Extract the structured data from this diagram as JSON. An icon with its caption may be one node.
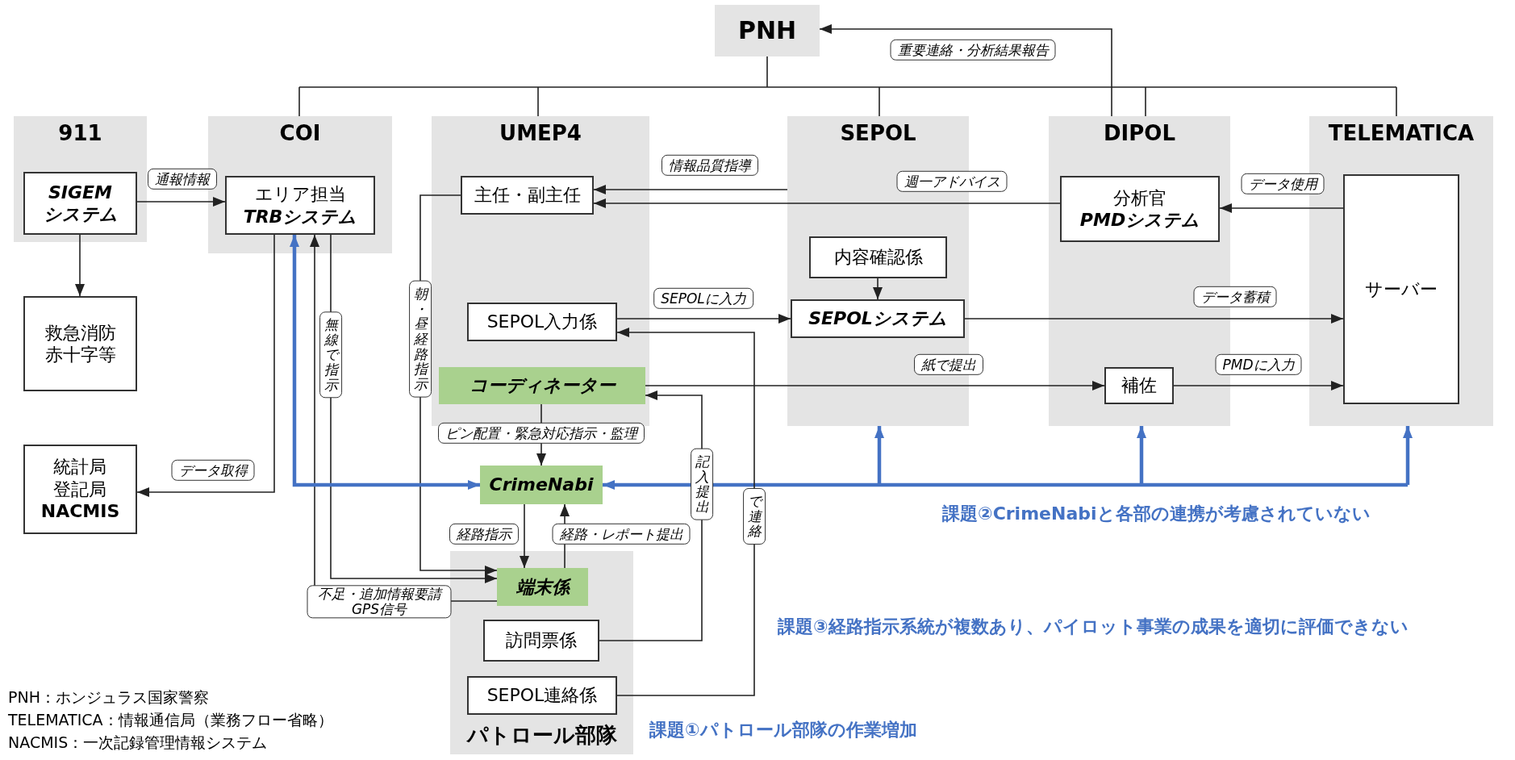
{
  "diagram": {
    "nodes": [
      {
        "text": [
          "PNH"
        ]
      },
      {
        "text": [
          "911"
        ]
      },
      {
        "text": [
          "SIGEM システム"
        ],
        "in": 1
      },
      {
        "text": [
          "COI"
        ]
      },
      {
        "text": [
          "エリア担当",
          "TRBシステム"
        ],
        "in": 3
      },
      {
        "text": [
          "UMEP4"
        ]
      },
      {
        "text": [
          "主任・副主任"
        ],
        "in": 5
      },
      {
        "text": [
          "SEPOL入力係"
        ],
        "in": 5
      },
      {
        "text": [
          "コーディネーター"
        ],
        "in": 5
      },
      {
        "text": [
          "SEPOL"
        ]
      },
      {
        "text": [
          "内容確認係"
        ],
        "in": 9
      },
      {
        "text": [
          "SEPOLシステム"
        ],
        "in": 9
      },
      {
        "text": [
          "DIPOL"
        ]
      },
      {
        "text": [
          "分析官",
          "PMDシステム"
        ],
        "in": 12
      },
      {
        "text": [
          "補佐"
        ],
        "in": 12
      },
      {
        "text": [
          "TELEMATICA"
        ]
      },
      {
        "text": [
          "サーバー"
        ],
        "in": 15
      },
      {
        "text": [
          "救急消防赤十字等"
        ]
      },
      {
        "text": [
          "統計局登記局",
          "NACMIS"
        ]
      },
      {
        "text": [
          "CrimeNabi"
        ]
      },
      {
        "text": [
          "パトロール部隊"
        ]
      },
      {
        "text": [
          "端末係"
        ],
        "in": 20
      },
      {
        "text": [
          "訪問票係"
        ],
        "in": 20
      },
      {
        "text": [
          "SEPOL連絡係"
        ],
        "in": 20
      }
    ],
    "edges": [
      {
        "from": 12,
        "to": 0,
        "arrow": "to",
        "label": "重要連絡・分析結果報告"
      },
      {
        "from": 0,
        "to": 3,
        "arrow": "none"
      },
      {
        "from": 0,
        "to": 5,
        "arrow": "none"
      },
      {
        "from": 0,
        "to": 9,
        "arrow": "none"
      },
      {
        "from": 0,
        "to": 12,
        "arrow": "none"
      },
      {
        "from": 0,
        "to": 15,
        "arrow": "none"
      },
      {
        "from": 2,
        "to": 4,
        "arrow": "to",
        "label": "通報情報"
      },
      {
        "from": 2,
        "to": 17,
        "arrow": "to"
      },
      {
        "from": 4,
        "to": 18,
        "arrow": "to",
        "label": "データ取得"
      },
      {
        "from": 4,
        "to": 21,
        "arrow": "to",
        "label": "無線で指示"
      },
      {
        "from": 21,
        "to": 4,
        "arrow": "to",
        "label": "不足・追加情報要請 GPS信号"
      },
      {
        "from": 6,
        "to": 21,
        "arrow": "to",
        "label": "朝・昼経路指示"
      },
      {
        "from": 9,
        "to": 6,
        "arrow": "to",
        "label": "情報品質指導"
      },
      {
        "from": 13,
        "to": 6,
        "arrow": "to",
        "label": "週一アドバイス"
      },
      {
        "from": 16,
        "to": 13,
        "arrow": "to",
        "label": "データ使用"
      },
      {
        "from": 10,
        "to": 11,
        "arrow": "to"
      },
      {
        "from": 7,
        "to": 11,
        "arrow": "to",
        "label": "SEPOLに入力"
      },
      {
        "from": 11,
        "to": 16,
        "arrow": "to",
        "label": "データ蓄積"
      },
      {
        "from": 8,
        "to": 14,
        "arrow": "to",
        "label": "紙で提出"
      },
      {
        "from": 14,
        "to": 16,
        "arrow": "to",
        "label": "PMDに入力"
      },
      {
        "from": 23,
        "to": 7,
        "arrow": "to",
        "label": "で連絡"
      },
      {
        "from": 22,
        "to": 8,
        "arrow": "to",
        "label": "記入提出"
      },
      {
        "from": 8,
        "to": 19,
        "arrow": "to",
        "label": "ピン配置・緊急対応指示・監理"
      },
      {
        "from": 19,
        "to": 21,
        "arrow": "to",
        "label": "経路指示"
      },
      {
        "from": 21,
        "to": 19,
        "arrow": "to",
        "label": "経路・レポート提出"
      },
      {
        "from": 19,
        "to": 4,
        "arrow": "both",
        "style": "thick",
        "color": "#4472c4"
      },
      {
        "from": 19,
        "to": 9,
        "arrow": "both",
        "style": "thick",
        "color": "#4472c4"
      },
      {
        "from": 19,
        "to": 12,
        "arrow": "both",
        "style": "thick",
        "color": "#4472c4"
      },
      {
        "from": 19,
        "to": 15,
        "arrow": "both",
        "style": "thick",
        "color": "#4472c4"
      }
    ],
    "labels": [
      "課題②CrimeNabiと各部の連携が考慮されていない",
      "課題③経路指示系統が複数あり、パイロット事業の成果を適切に評価できない",
      "PNH：ホンジュラス国家警察",
      "TELEMATICA：情報通信局（業務フロー省略）",
      "NACMIS：一次記録管理情報システム",
      "課題①パトロール部隊の作業増加"
    ]
  }
}
